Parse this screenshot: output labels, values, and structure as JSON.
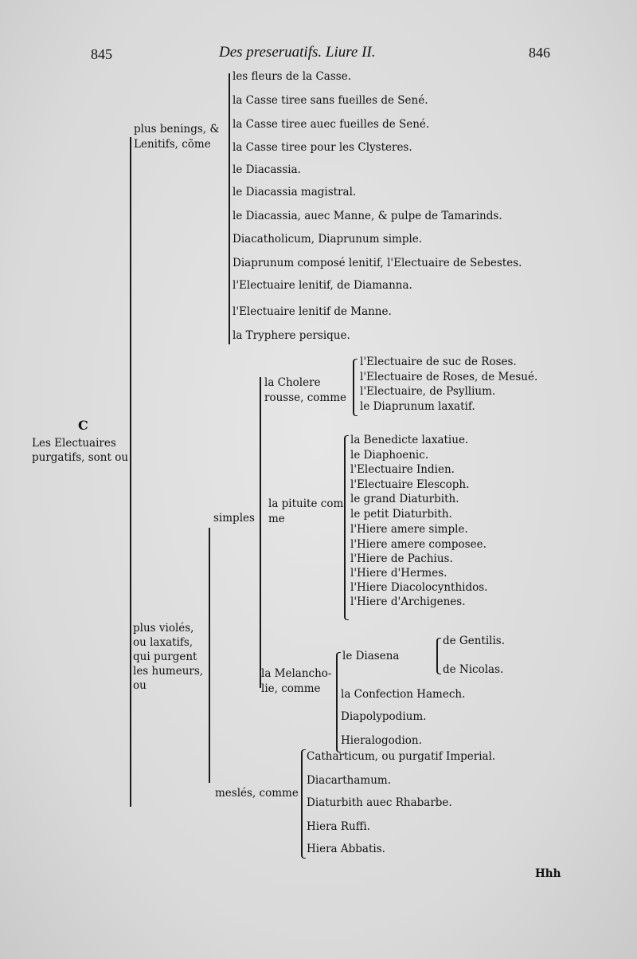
{
  "header": {
    "left_page_number": "845",
    "title": "Des preseruatifs. Liure II.",
    "right_page_number": "846"
  },
  "root": {
    "letter": "C",
    "label_line1": "Les Electuaires",
    "label_line2": "purgatifs, sont ou"
  },
  "benign": {
    "label_line1": "plus benings, &",
    "label_line2": "Lenitifs, cõme",
    "items": [
      "les fleurs de la Casse.",
      "la Casse tiree sans fueilles de Sené.",
      "la Casse tiree auec fueilles de Sené.",
      "la Casse tiree pour les Clysteres.",
      "le Diacassia.",
      "le Diacassia magistral.",
      "le Diacassia, auec Manne, & pulpe de Tamarinds.",
      "Diacatholicum, Diaprunum simple.",
      "Diaprunum composé lenitif, l'Electuaire de Sebestes.",
      "l'Electuaire lenitif, de Diamanna.",
      "l'Electuaire lenitif de Manne.",
      "la Tryphere persique."
    ]
  },
  "violent": {
    "label_lines": [
      "plus violés,",
      "ou laxatifs,",
      "qui purgent",
      "les humeurs,",
      "ou"
    ],
    "simples": {
      "label": "simples",
      "cholere": {
        "label_line1": "la Cholere",
        "label_line2": "rousse, comme",
        "items": [
          "l'Electuaire de suc de Roses.",
          "l'Electuaire de Roses, de Mesué.",
          "l'Electuaire, de Psyllium.",
          "le Diaprunum laxatif."
        ]
      },
      "pituite": {
        "label_line1": "la pituite com",
        "label_line2": "me",
        "items": [
          "la Benedicte laxatiue.",
          "le Diaphoenic.",
          "l'Electuaire Indien.",
          "l'Electuaire Elescoph.",
          "le grand Diaturbith.",
          "le petit Diaturbith.",
          "l'Hiere amere simple.",
          "l'Hiere amere composee.",
          "l'Hiere de Pachius.",
          "l'Hiere d'Hermes.",
          "l'Hiere Diacolocynthidos.",
          "l'Hiere d'Archigenes."
        ]
      },
      "melancholie": {
        "label_line1": "la Melancho-",
        "label_line2": "lie, comme",
        "diasena": "le Diasena",
        "diasena_variants": [
          "de Gentilis.",
          "de Nicolas."
        ],
        "items": [
          "la Confection Hamech.",
          "Diapolypodium.",
          "Hieralogodion."
        ]
      }
    },
    "mesles": {
      "label": "meslés, comme",
      "items": [
        "Catharticum, ou purgatif Imperial.",
        "Diacarthamum.",
        "Diaturbith auec Rhabarbe.",
        "Hiera Ruffi.",
        "Hiera Abbatis."
      ]
    }
  },
  "footer": {
    "signature": "Hhh"
  }
}
